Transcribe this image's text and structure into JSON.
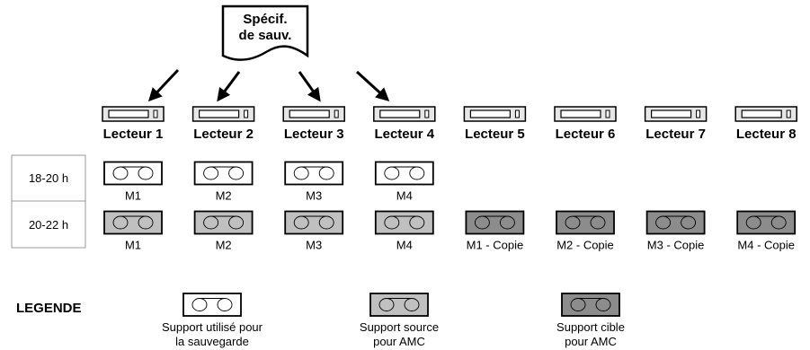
{
  "spec_document": {
    "line1": "Spécif.",
    "line2": "de sauv."
  },
  "drives": [
    {
      "label": "Lecteur 1",
      "arrow": true
    },
    {
      "label": "Lecteur 2",
      "arrow": true
    },
    {
      "label": "Lecteur 3",
      "arrow": true
    },
    {
      "label": "Lecteur 4",
      "arrow": true
    },
    {
      "label": "Lecteur 5",
      "arrow": false
    },
    {
      "label": "Lecteur 6",
      "arrow": false
    },
    {
      "label": "Lecteur 7",
      "arrow": false
    },
    {
      "label": "Lecteur 8",
      "arrow": false
    }
  ],
  "rows": [
    {
      "time": "18-20 h",
      "tapes": [
        {
          "drive": 1,
          "label": "M1",
          "kind": "backup"
        },
        {
          "drive": 2,
          "label": "M2",
          "kind": "backup"
        },
        {
          "drive": 3,
          "label": "M3",
          "kind": "backup"
        },
        {
          "drive": 4,
          "label": "M4",
          "kind": "backup"
        }
      ]
    },
    {
      "time": "20-22 h",
      "tapes": [
        {
          "drive": 1,
          "label": "M1",
          "kind": "source"
        },
        {
          "drive": 2,
          "label": "M2",
          "kind": "source"
        },
        {
          "drive": 3,
          "label": "M3",
          "kind": "source"
        },
        {
          "drive": 4,
          "label": "M4",
          "kind": "source"
        },
        {
          "drive": 5,
          "label": "M1 - Copie",
          "kind": "target"
        },
        {
          "drive": 6,
          "label": "M2 - Copie",
          "kind": "target"
        },
        {
          "drive": 7,
          "label": "M3 - Copie",
          "kind": "target"
        },
        {
          "drive": 8,
          "label": "M4 - Copie",
          "kind": "target"
        }
      ]
    }
  ],
  "legend": {
    "title": "LEGENDE",
    "items": [
      {
        "kind": "backup",
        "line1": "Support utilisé pour",
        "line2": "la sauvegarde"
      },
      {
        "kind": "source",
        "line1": "Support source",
        "line2": "pour AMC"
      },
      {
        "kind": "target",
        "line1": "Support cible",
        "line2": "pour AMC"
      }
    ]
  },
  "colors": {
    "backup": "#ffffff",
    "source": "#c0c0c0",
    "target": "#8c8c8c",
    "outline": "#000000"
  }
}
